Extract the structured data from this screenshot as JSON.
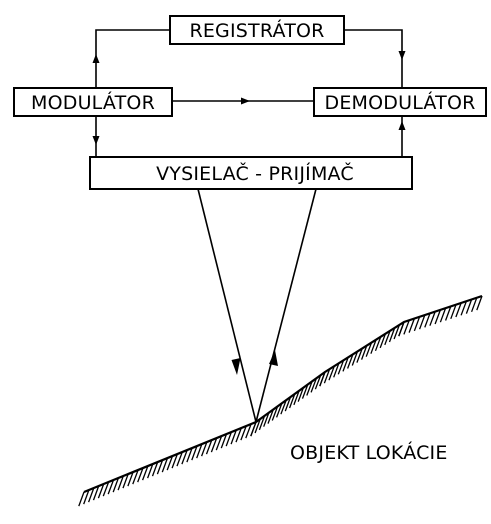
{
  "diagram": {
    "blocks": {
      "registrator": "REGISTRÁTOR",
      "modulator": "MODULÁTOR",
      "demodulator": "DEMODULÁTOR",
      "transceiver": "VYSIELAČ - PRIJÍMAČ"
    },
    "target_label": "OBJEKT LOKÁCIE"
  }
}
